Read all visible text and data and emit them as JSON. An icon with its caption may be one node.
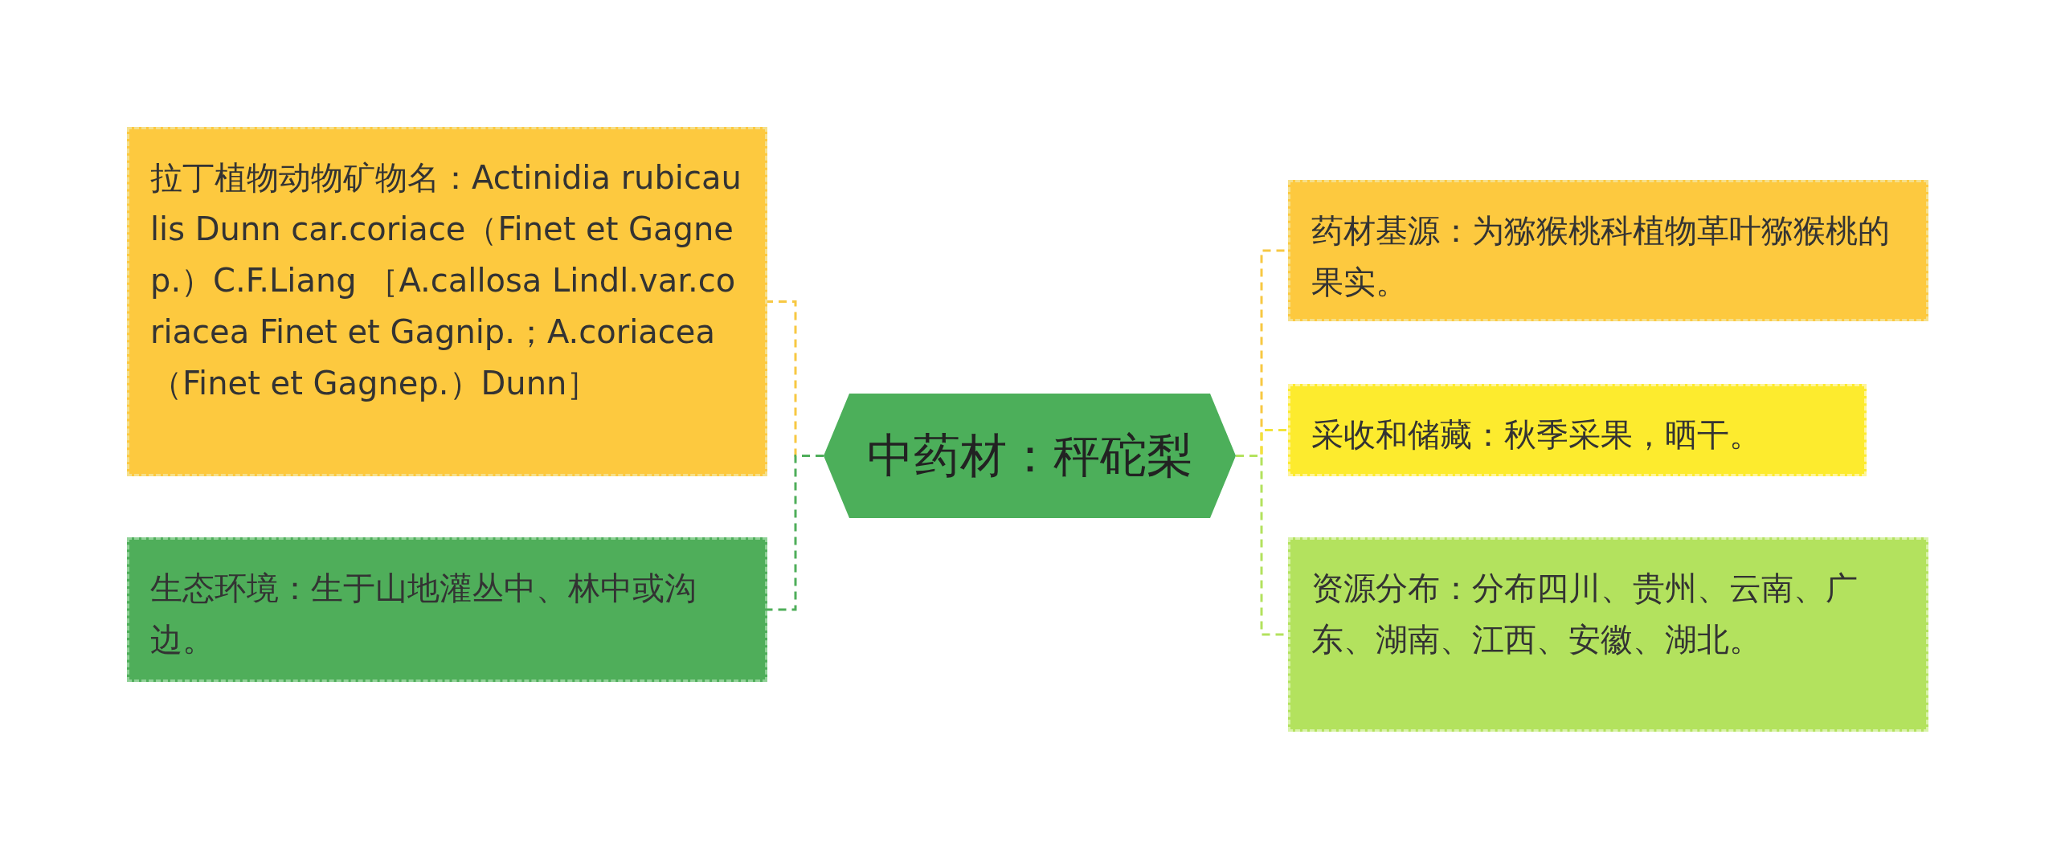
{
  "diagram": {
    "nodes": [
      {
        "text": [
          "中药材：秤砣梨"
        ]
      },
      {
        "text": [
          "拉丁植物动物矿物名：Actinidia rubicaulis Dunn car.coriace（Finet et Gagnep.）C.F.Liang ［A.callosa Lindl.var.coriacea Finet et Gagnip.；A.coriacea（Finet et Gagnep.）Dunn］"
        ]
      },
      {
        "text": [
          "生态环境：生于山地灌丛中、林中或沟边。"
        ]
      },
      {
        "text": [
          "药材基源：为猕猴桃科植物革叶猕猴桃的果实。"
        ]
      },
      {
        "text": [
          "采收和储藏：秋季采果，晒干。"
        ]
      },
      {
        "text": [
          "资源分布：分布四川、贵州、云南、广东、湖南、江西、安徽、湖北。"
        ]
      }
    ],
    "edges": [
      {
        "from": 0,
        "to": 1,
        "arrow": "none",
        "style": "dashed",
        "color": "#f7c843"
      },
      {
        "from": 0,
        "to": 2,
        "arrow": "none",
        "style": "dashed",
        "color": "#4fae5a"
      },
      {
        "from": 0,
        "to": 3,
        "arrow": "none",
        "style": "dashed",
        "color": "#f7c843"
      },
      {
        "from": 0,
        "to": 4,
        "arrow": "none",
        "style": "dashed",
        "color": "#f2e33a"
      },
      {
        "from": 0,
        "to": 5,
        "arrow": "none",
        "style": "dashed",
        "color": "#b3e25e"
      }
    ]
  }
}
